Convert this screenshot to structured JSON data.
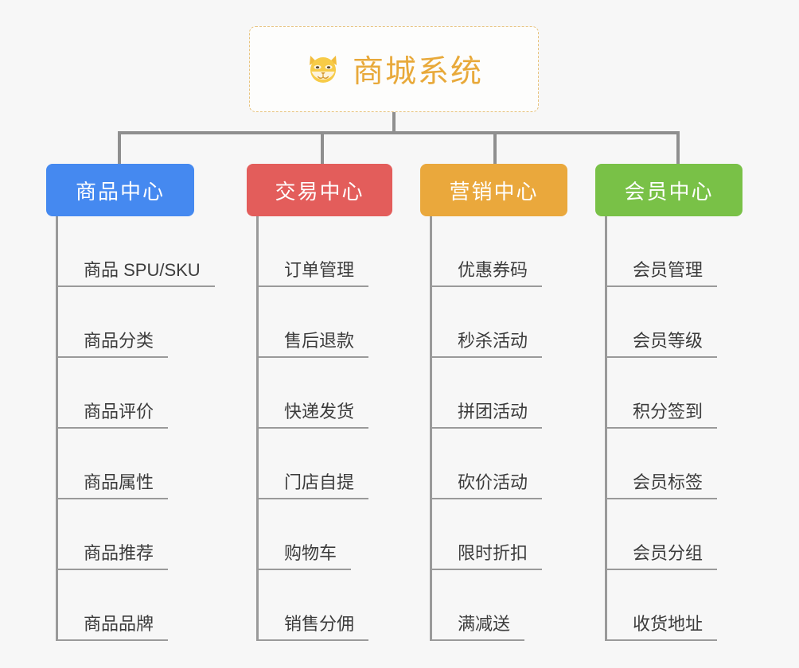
{
  "diagram": {
    "type": "organization-tree",
    "title": "商城系统",
    "root": {
      "label": "商城系统",
      "icon": "shiba-dog-face-icon",
      "emoji": "🐶",
      "text_color": "#e8a93a",
      "border_color": "#e7c27d",
      "background": "#fdfdfc"
    },
    "background_color": "#f7f7f7",
    "connector_color": "#8f8f8f",
    "leaf_line_color": "#9a9a9a",
    "leaf_text_color": "#3c3c3c",
    "categories": [
      {
        "label": "商品中心",
        "color": "#4589f0",
        "items": [
          "商品 SPU/SKU",
          "商品分类",
          "商品评价",
          "商品属性",
          "商品推荐",
          "商品品牌"
        ]
      },
      {
        "label": "交易中心",
        "color": "#e35d5b",
        "items": [
          "订单管理",
          "售后退款",
          "快递发货",
          "门店自提",
          "购物车",
          "销售分佣"
        ]
      },
      {
        "label": "营销中心",
        "color": "#eaa83c",
        "items": [
          "优惠券码",
          "秒杀活动",
          "拼团活动",
          "砍价活动",
          "限时折扣",
          "满减送"
        ]
      },
      {
        "label": "会员中心",
        "color": "#79c147",
        "items": [
          "会员管理",
          "会员等级",
          "积分签到",
          "会员标签",
          "会员分组",
          "收货地址"
        ]
      }
    ]
  }
}
